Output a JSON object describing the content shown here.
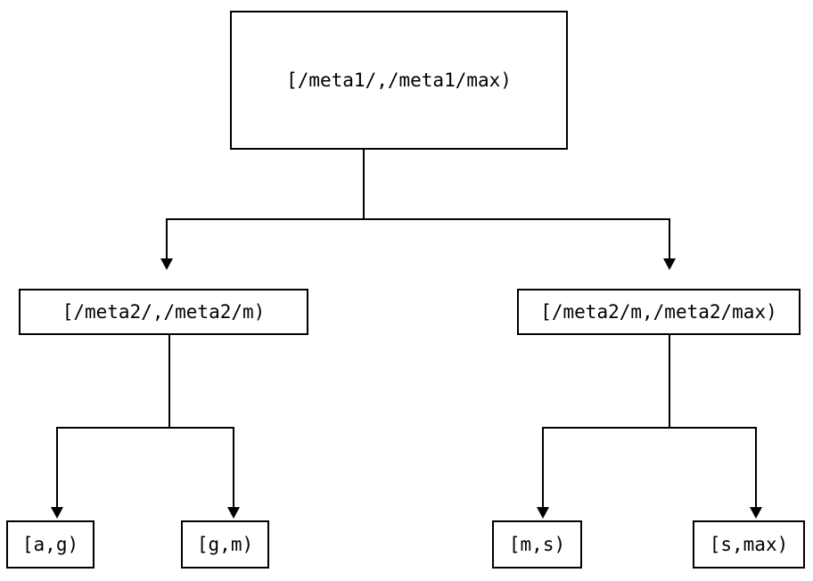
{
  "diagram": {
    "title": "range-partition-tree",
    "background_color": "#ffffff",
    "line_color": "#000000",
    "text_color": "#000000",
    "nodes": {
      "root": {
        "label": "[/meta1/,/meta1/max)"
      },
      "level1": [
        {
          "label": "[/meta2/,/meta2/m)"
        },
        {
          "label": "[/meta2/m,/meta2/max)"
        }
      ],
      "leaves": [
        {
          "label": "[a,g)"
        },
        {
          "label": "[g,m)"
        },
        {
          "label": "[m,s)"
        },
        {
          "label": "[s,max)"
        }
      ]
    }
  }
}
